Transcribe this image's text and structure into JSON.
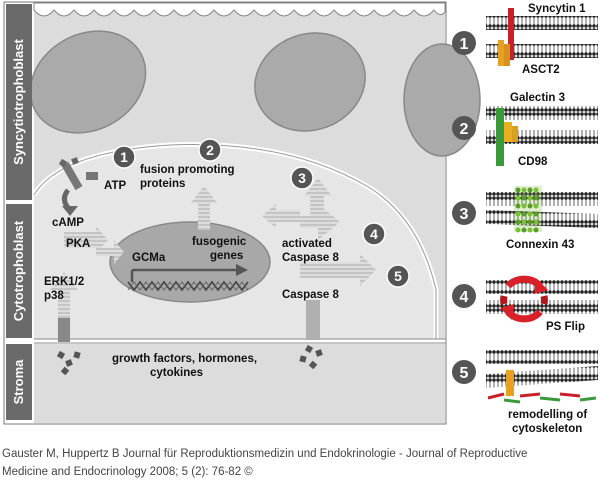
{
  "regions": {
    "syncytiotrophoblast": "Syncytiotrophoblast",
    "cytotrophoblast": "Cytotrophoblast",
    "stroma": "Stroma"
  },
  "labels": {
    "atp": "ATP",
    "camp": "cAMP",
    "pka": "PKA",
    "erk": "ERK1/2",
    "p38": "p38",
    "gcma": "GCMa",
    "fusogenic": "fusogenic",
    "genes": "genes",
    "fusion_promoting": "fusion promoting",
    "proteins": "proteins",
    "activated": "activated",
    "caspase8_active": "Caspase 8",
    "caspase8": "Caspase 8",
    "growth_factors": "growth factors, hormones,",
    "cytokines": "cytokines"
  },
  "step_numbers": [
    "1",
    "2",
    "3",
    "4",
    "5"
  ],
  "panels": [
    {
      "number": "1",
      "labels": [
        "Syncytin 1",
        "ASCT2"
      ]
    },
    {
      "number": "2",
      "labels": [
        "Galectin 3",
        "CD98"
      ]
    },
    {
      "number": "3",
      "labels": [
        "Connexin 43"
      ]
    },
    {
      "number": "4",
      "labels": [
        "PS Flip"
      ]
    },
    {
      "number": "5",
      "labels": [
        "remodelling of",
        "cytoskeleton"
      ]
    }
  ],
  "caption": {
    "line1": "Gauster M, Huppertz B Journal für Reproduktionsmedizin und Endokrinologie - Journal of Reproductive",
    "line2": "Medicine and Endocrinology 2008; 5 (2): 76-82 ©"
  },
  "colors": {
    "background_cell": "#dcdcdc",
    "sidebar": "#6a6a6a",
    "badge": "#555555",
    "syncytin": "#c8202a",
    "asct2": "#e8a020",
    "cd98": "#3a9a3a",
    "galectin": "#e8b020",
    "connexin": "#7abf3a",
    "psflip": "#d8202a"
  }
}
